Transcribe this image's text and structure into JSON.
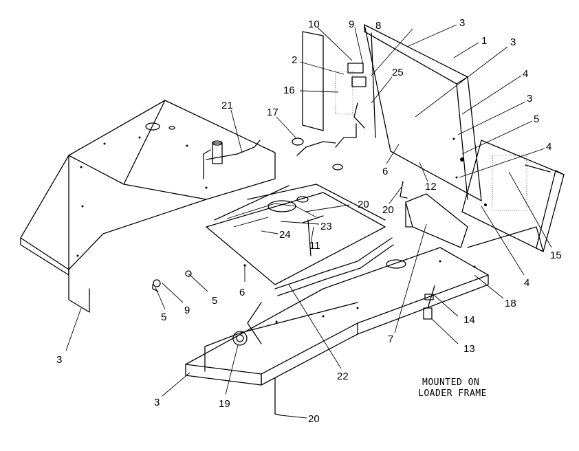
{
  "diagram": {
    "note_line1": "MOUNTED ON",
    "note_line2": "LOADER FRAME",
    "callouts": [
      "10",
      "9",
      "8",
      "3",
      "1",
      "3",
      "2",
      "25",
      "16",
      "4",
      "3",
      "5",
      "4",
      "17",
      "21",
      "6",
      "12",
      "20",
      "20",
      "23",
      "24",
      "11",
      "6",
      "5",
      "9",
      "5",
      "15",
      "4",
      "18",
      "14",
      "13",
      "7",
      "3",
      "22",
      "3",
      "19",
      "20"
    ]
  }
}
